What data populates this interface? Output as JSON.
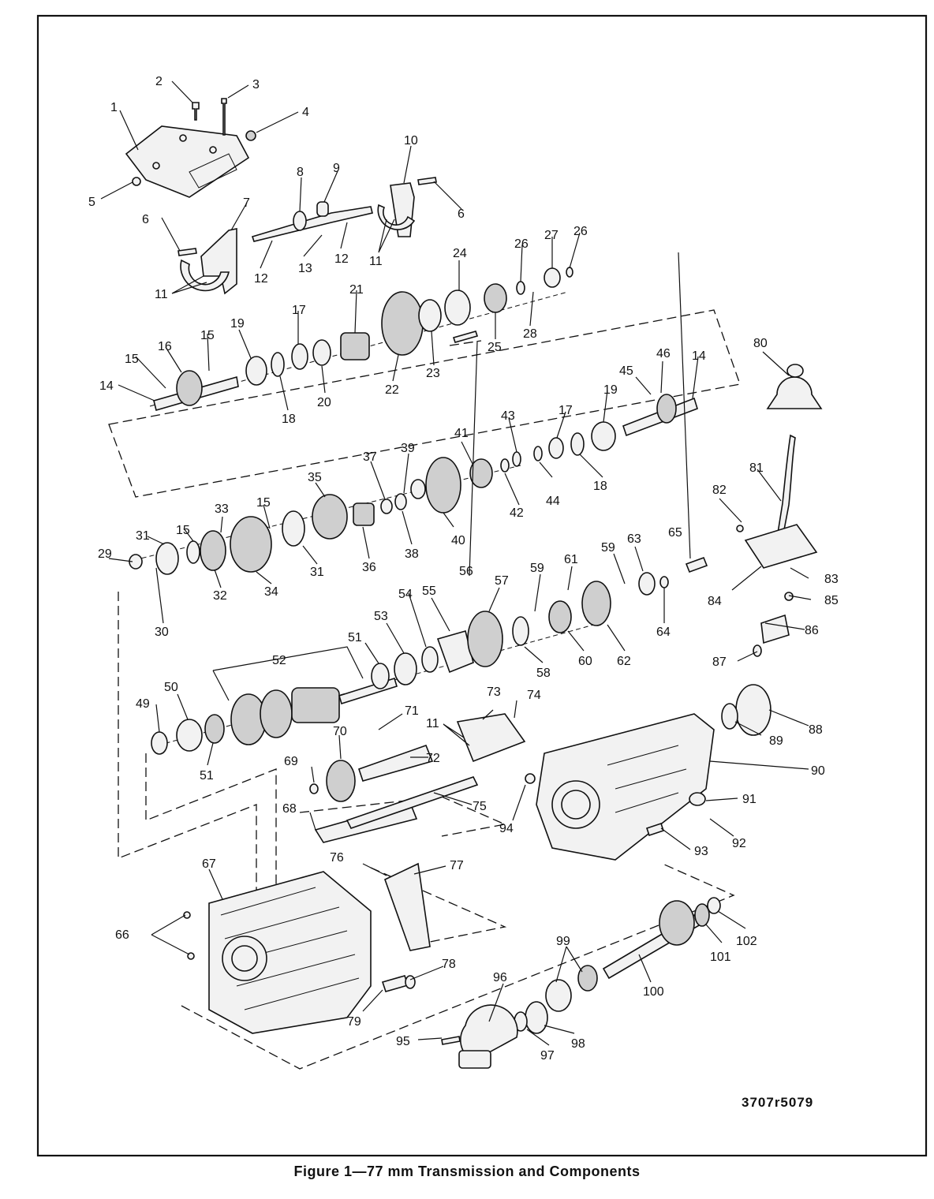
{
  "figure": {
    "caption": "Figure 1—77 mm Transmission and Components",
    "code": "3707r5079"
  },
  "callouts": [
    {
      "id": "c1",
      "text": "1"
    },
    {
      "id": "c2",
      "text": "2"
    },
    {
      "id": "c3",
      "text": "3"
    },
    {
      "id": "c4",
      "text": "4"
    },
    {
      "id": "c5",
      "text": "5"
    },
    {
      "id": "c6a",
      "text": "6"
    },
    {
      "id": "c6b",
      "text": "6"
    },
    {
      "id": "c7",
      "text": "7"
    },
    {
      "id": "c8",
      "text": "8"
    },
    {
      "id": "c9",
      "text": "9"
    },
    {
      "id": "c10",
      "text": "10"
    },
    {
      "id": "c11a",
      "text": "11"
    },
    {
      "id": "c11b",
      "text": "11"
    },
    {
      "id": "c11c",
      "text": "11"
    },
    {
      "id": "c12a",
      "text": "12"
    },
    {
      "id": "c12b",
      "text": "12"
    },
    {
      "id": "c13",
      "text": "13"
    },
    {
      "id": "c14a",
      "text": "14"
    },
    {
      "id": "c14b",
      "text": "14"
    },
    {
      "id": "c15a",
      "text": "15"
    },
    {
      "id": "c15b",
      "text": "15"
    },
    {
      "id": "c15c",
      "text": "15"
    },
    {
      "id": "c15d",
      "text": "15"
    },
    {
      "id": "c16",
      "text": "16"
    },
    {
      "id": "c17a",
      "text": "17"
    },
    {
      "id": "c17b",
      "text": "17"
    },
    {
      "id": "c18a",
      "text": "18"
    },
    {
      "id": "c18b",
      "text": "18"
    },
    {
      "id": "c19a",
      "text": "19"
    },
    {
      "id": "c19b",
      "text": "19"
    },
    {
      "id": "c20",
      "text": "20"
    },
    {
      "id": "c21",
      "text": "21"
    },
    {
      "id": "c22",
      "text": "22"
    },
    {
      "id": "c23",
      "text": "23"
    },
    {
      "id": "c24",
      "text": "24"
    },
    {
      "id": "c25",
      "text": "25"
    },
    {
      "id": "c26a",
      "text": "26"
    },
    {
      "id": "c26b",
      "text": "26"
    },
    {
      "id": "c27",
      "text": "27"
    },
    {
      "id": "c28",
      "text": "28"
    },
    {
      "id": "c29",
      "text": "29"
    },
    {
      "id": "c30",
      "text": "30"
    },
    {
      "id": "c31a",
      "text": "31"
    },
    {
      "id": "c31b",
      "text": "31"
    },
    {
      "id": "c32",
      "text": "32"
    },
    {
      "id": "c33",
      "text": "33"
    },
    {
      "id": "c34",
      "text": "34"
    },
    {
      "id": "c35",
      "text": "35"
    },
    {
      "id": "c36",
      "text": "36"
    },
    {
      "id": "c37",
      "text": "37"
    },
    {
      "id": "c38",
      "text": "38"
    },
    {
      "id": "c39",
      "text": "39"
    },
    {
      "id": "c40",
      "text": "40"
    },
    {
      "id": "c41",
      "text": "41"
    },
    {
      "id": "c42",
      "text": "42"
    },
    {
      "id": "c43",
      "text": "43"
    },
    {
      "id": "c44",
      "text": "44"
    },
    {
      "id": "c45",
      "text": "45"
    },
    {
      "id": "c46",
      "text": "46"
    },
    {
      "id": "c49",
      "text": "49"
    },
    {
      "id": "c50",
      "text": "50"
    },
    {
      "id": "c51a",
      "text": "51"
    },
    {
      "id": "c51b",
      "text": "51"
    },
    {
      "id": "c52",
      "text": "52"
    },
    {
      "id": "c53",
      "text": "53"
    },
    {
      "id": "c54",
      "text": "54"
    },
    {
      "id": "c55",
      "text": "55"
    },
    {
      "id": "c56",
      "text": "56"
    },
    {
      "id": "c57",
      "text": "57"
    },
    {
      "id": "c58",
      "text": "58"
    },
    {
      "id": "c59a",
      "text": "59"
    },
    {
      "id": "c59b",
      "text": "59"
    },
    {
      "id": "c60",
      "text": "60"
    },
    {
      "id": "c61",
      "text": "61"
    },
    {
      "id": "c62",
      "text": "62"
    },
    {
      "id": "c63",
      "text": "63"
    },
    {
      "id": "c64",
      "text": "64"
    },
    {
      "id": "c65",
      "text": "65"
    },
    {
      "id": "c66",
      "text": "66"
    },
    {
      "id": "c67",
      "text": "67"
    },
    {
      "id": "c68",
      "text": "68"
    },
    {
      "id": "c69",
      "text": "69"
    },
    {
      "id": "c70",
      "text": "70"
    },
    {
      "id": "c71",
      "text": "71"
    },
    {
      "id": "c72",
      "text": "72"
    },
    {
      "id": "c73",
      "text": "73"
    },
    {
      "id": "c74",
      "text": "74"
    },
    {
      "id": "c75",
      "text": "75"
    },
    {
      "id": "c76",
      "text": "76"
    },
    {
      "id": "c77",
      "text": "77"
    },
    {
      "id": "c78",
      "text": "78"
    },
    {
      "id": "c79",
      "text": "79"
    },
    {
      "id": "c80",
      "text": "80"
    },
    {
      "id": "c81",
      "text": "81"
    },
    {
      "id": "c82",
      "text": "82"
    },
    {
      "id": "c83",
      "text": "83"
    },
    {
      "id": "c84",
      "text": "84"
    },
    {
      "id": "c85",
      "text": "85"
    },
    {
      "id": "c86",
      "text": "86"
    },
    {
      "id": "c87",
      "text": "87"
    },
    {
      "id": "c88",
      "text": "88"
    },
    {
      "id": "c89",
      "text": "89"
    },
    {
      "id": "c90",
      "text": "90"
    },
    {
      "id": "c91",
      "text": "91"
    },
    {
      "id": "c92",
      "text": "92"
    },
    {
      "id": "c93",
      "text": "93"
    },
    {
      "id": "c94",
      "text": "94"
    },
    {
      "id": "c95",
      "text": "95"
    },
    {
      "id": "c96",
      "text": "96"
    },
    {
      "id": "c97",
      "text": "97"
    },
    {
      "id": "c98",
      "text": "98"
    },
    {
      "id": "c99",
      "text": "99"
    },
    {
      "id": "c100",
      "text": "100"
    },
    {
      "id": "c101",
      "text": "101"
    },
    {
      "id": "c102",
      "text": "102"
    }
  ]
}
